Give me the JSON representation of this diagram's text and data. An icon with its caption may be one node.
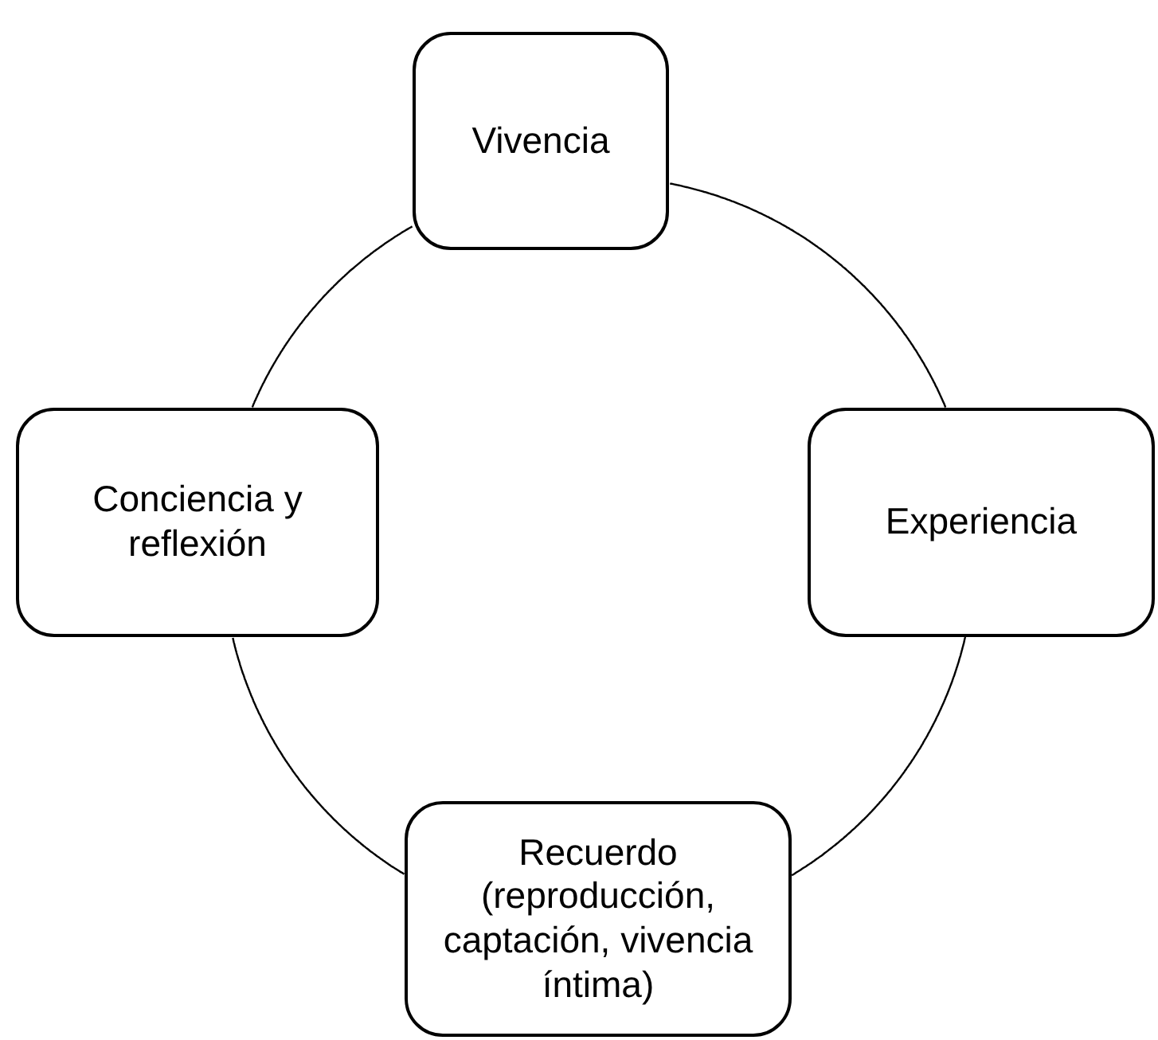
{
  "diagram": {
    "nodes": [
      {
        "text": [
          "Vivencia"
        ]
      },
      {
        "text": [
          "Conciencia y reflexión"
        ]
      },
      {
        "text": [
          "Experiencia"
        ]
      },
      {
        "text": [
          "Recuerdo (reproducción, captación, vivencia íntima)"
        ]
      }
    ],
    "edges": [
      {
        "from": 0,
        "to": 2,
        "arrow": "none"
      },
      {
        "from": 2,
        "to": 3,
        "arrow": "none"
      },
      {
        "from": 3,
        "to": 1,
        "arrow": "none"
      },
      {
        "from": 1,
        "to": 0,
        "arrow": "none"
      }
    ]
  }
}
